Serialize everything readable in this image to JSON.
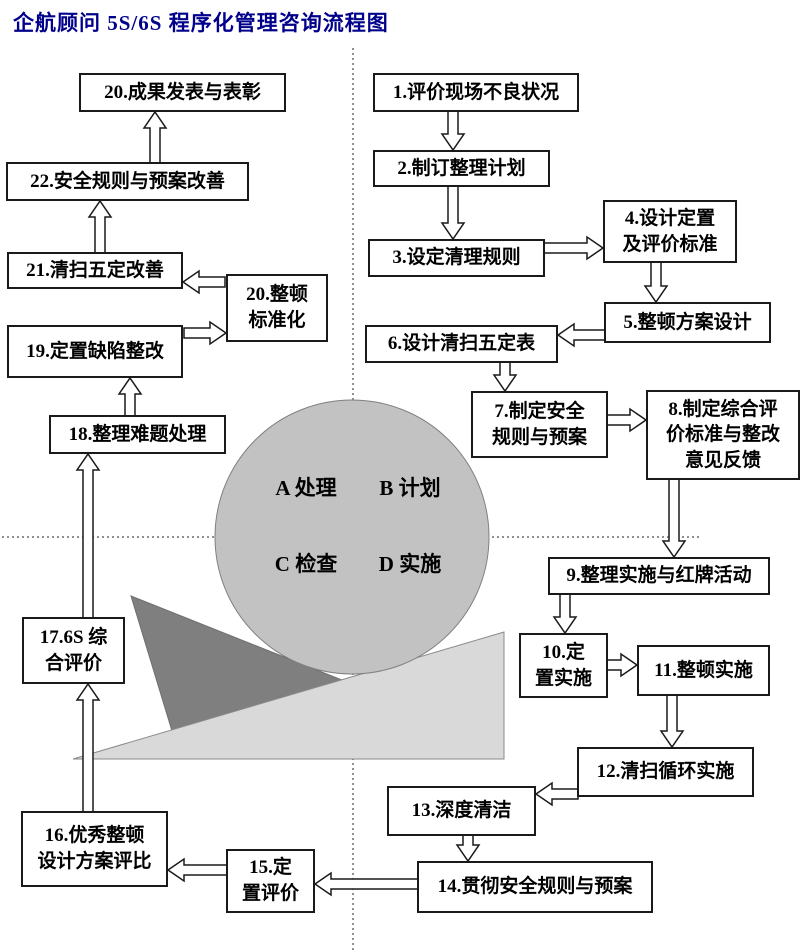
{
  "title": "企航顾问 5S/6S 程序化管理咨询流程图",
  "colors": {
    "title_text": "#00008B",
    "circle_fill": "#C2C2C2",
    "dark_triangle": "#7F7F7F",
    "light_triangle": "#D9D9D9",
    "box_border": "#1A1A1A",
    "arrow_fill": "#FFFFFF"
  },
  "pdca_circle": {
    "quadrants": [
      {
        "label": "A 处理"
      },
      {
        "label": "B 计划"
      },
      {
        "label": "C 检查"
      },
      {
        "label": "D 实施"
      }
    ]
  },
  "boxes": {
    "b1": "1.评价现场不良状况",
    "b2": "2.制订整理计划",
    "b3": "3.设定清理规则",
    "b4": "4.设计定置\n及评价标准",
    "b5": "5.整顿方案设计",
    "b6": "6.设计清扫五定表",
    "b7": "7.制定安全\n规则与预案",
    "b8": "8.制定综合评\n价标准与整改\n意见反馈",
    "b9": "9.整理实施与红牌活动",
    "b10": "10.定\n置实施",
    "b11": "11.整顿实施",
    "b12": "12.清扫循环实施",
    "b13": "13.深度清洁",
    "b14": "14.贯彻安全规则与预案",
    "b15": "15.定\n置评价",
    "b16": "16.优秀整顿\n设计方案评比",
    "b17": "17.6S 综\n合评价",
    "b18": "18.整理难题处理",
    "b19": "19.定置缺陷整改",
    "b20_std": "20.整顿\n标准化",
    "b21": "21.清扫五定改善",
    "b22": "22.安全规则与预案改善",
    "b20_result": "20.成果发表与表彰"
  }
}
